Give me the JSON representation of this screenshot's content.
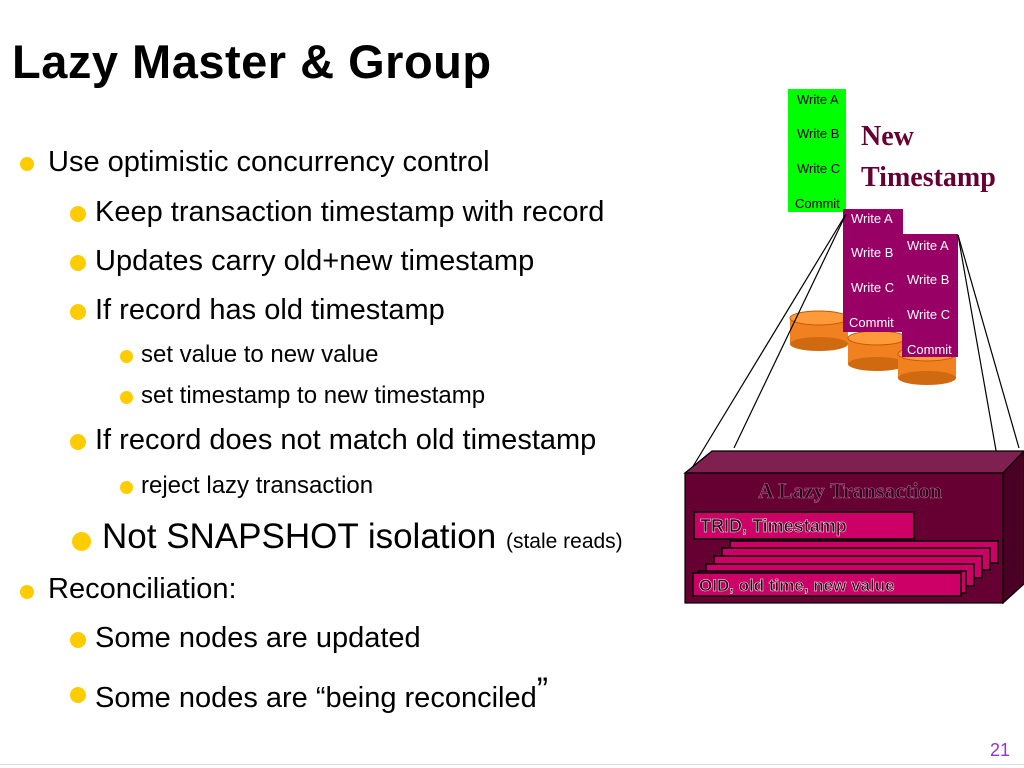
{
  "slide": {
    "title": "Lazy Master & Group",
    "page_number": "21"
  },
  "bullets": [
    {
      "text": "Use optimistic concurrency control"
    },
    {
      "text": "Keep transaction timestamp with record"
    },
    {
      "text": "Updates carry old+new timestamp"
    },
    {
      "text": "If record has old timestamp"
    },
    {
      "text": "set value to new value"
    },
    {
      "text": "set timestamp to new timestamp"
    },
    {
      "text": "If record does not match old timestamp"
    },
    {
      "text": "reject lazy transaction"
    },
    {
      "text": "Not SNAPSHOT isolation",
      "aside": "(stale reads)"
    },
    {
      "text": "Reconciliation:"
    },
    {
      "text": "Some nodes are updated"
    },
    {
      "text": "Some nodes are “being reconciled",
      "close_quote": "”"
    }
  ],
  "diagram": {
    "callout": {
      "line1": "New",
      "line2": "Timestamp"
    },
    "green_block": [
      "Write A",
      "Write B",
      "Write C",
      "Commit"
    ],
    "magenta_block_1": [
      "Write A",
      "Write B",
      "Write C",
      "Commit"
    ],
    "magenta_block_2": [
      "Write A",
      "Write B",
      "Write C",
      "Commit"
    ],
    "box_title": "A Lazy Transaction",
    "header_record": "TRID, Timestamp",
    "detail_record": "OID, old time, new value",
    "colors": {
      "bullet": "#ffcc00",
      "green": "#00ff00",
      "magenta": "#990066",
      "box_fill": "#660033",
      "record_fill": "#cc0066",
      "disk": "#f08020"
    }
  }
}
